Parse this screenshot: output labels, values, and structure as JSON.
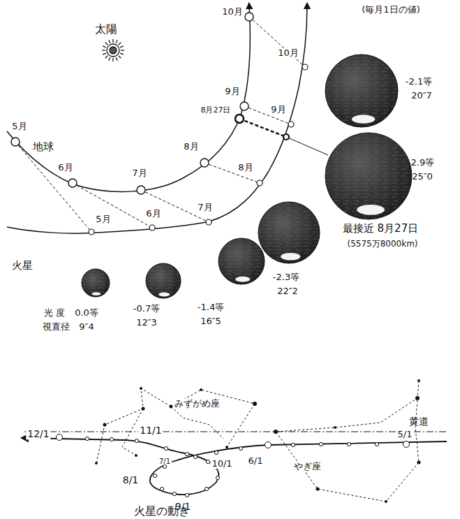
{
  "diagram": {
    "labels": [
      "(毎月1日の値)",
      "太陽",
      "10月",
      "10月",
      "9月",
      "9月",
      "8月27日",
      "5月",
      "地球",
      "6月",
      "7月",
      "8月",
      "8月",
      "7月",
      "6月",
      "5月",
      "火星",
      "-2.1等",
      "20″7",
      "-2.9等",
      "25″0",
      "最接近 8月27日",
      "(5575万8000km)",
      "-2.3等",
      "22″2",
      "-1.4等",
      "16″5",
      "-0.7等",
      "12″3",
      "光 度",
      "0.0等",
      "視直径",
      "9″4",
      "みずがめ座",
      "黄道",
      "12/1",
      "11/1",
      "7/1",
      "10/1",
      "6/1",
      "5/1",
      "8/1",
      "9/1",
      "やぎ座",
      "火星の動き"
    ]
  }
}
